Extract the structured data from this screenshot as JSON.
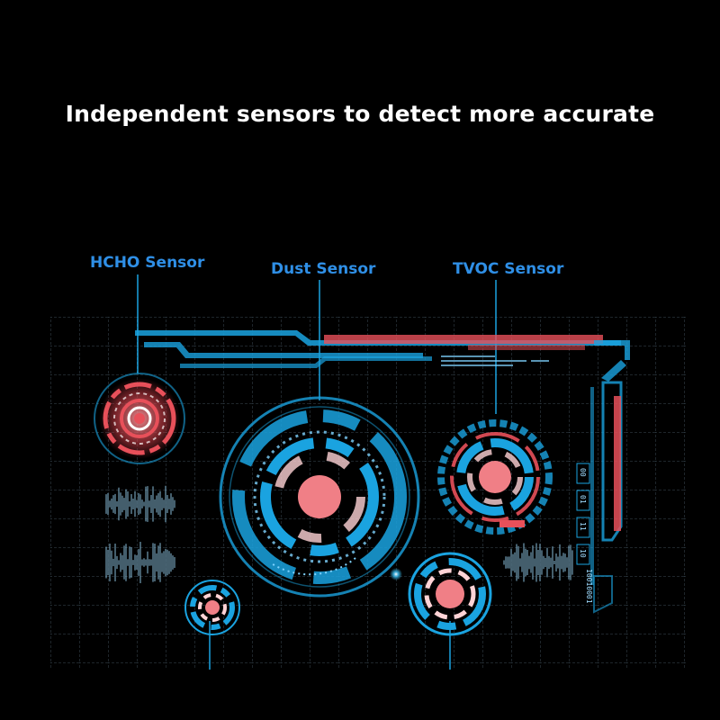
{
  "headline": "Independent sensors to detect more accurate",
  "labels": {
    "hcho": "HCHO Sensor",
    "dust": "Dust Sensor",
    "tvoc": "TVOC Sensor"
  },
  "panel": {
    "code_text": "10010001",
    "side_numbers": [
      "00",
      "01",
      "11",
      "10"
    ]
  },
  "colors": {
    "background": "#000000",
    "label_blue": "#2f8fe6",
    "hud_blue": "#1aa3e0",
    "accent_red": "#e8505a",
    "grid": "#3b4a55"
  }
}
